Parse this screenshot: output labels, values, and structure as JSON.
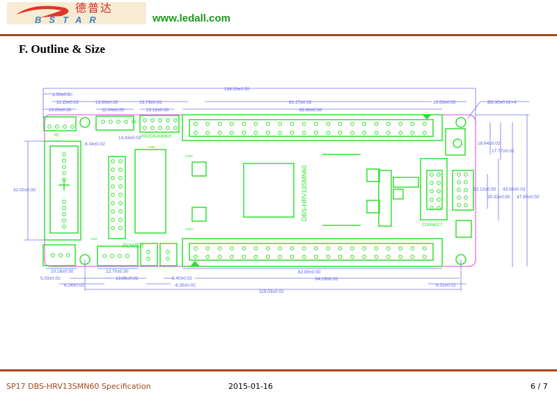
{
  "header": {
    "logo_cn": "德普达",
    "logo_en": "BSTAR",
    "url": "www.ledall.com"
  },
  "section_title": "F.  Outline & Size",
  "diagram": {
    "dimensions": {
      "overall_width": "136.53±0.50",
      "d1_55": "1.55±0.50",
      "d11_25": "11.25±0.02",
      "d13_60": "13.60±0.02",
      "d13_73": "13.73±0.02",
      "d61_17": "61.17±0.02",
      "d10_53": "10.53±0.02",
      "hole": "Ø3.30±0.02×4",
      "d10_00": "10.00±0.50",
      "d12_04": "12.04±0.50",
      "d12_12_top": "12.12±0.50",
      "d82_80_top": "82.80±0.50",
      "d8_34": "8.34±0.02",
      "d13_43": "13.43±0.02",
      "d32_00": "32.00±0.50",
      "d16_64": "16.64±0.02",
      "d17_77": "17.77±0.02",
      "d12_12_right": "12.12±0.50",
      "d20_32": "20.32±0.50",
      "d43_50": "43.50±0.02",
      "d47_90": "47.90±0.50",
      "d10_16": "10.16±0.50",
      "d12_70": "12.70±0.50",
      "d5_03": "5.03±0.02",
      "d13_85": "13.85±0.02",
      "d8_40": "8.40±0.02",
      "d82_80_bottom": "82.80±0.50",
      "d64_19": "64.19±0.02",
      "d6_24": "6.24±0.02",
      "d6_35": "6.35±0.02",
      "d9_31": "9.31±0.02",
      "d119_03": "119.03±0.02"
    },
    "labels": {
      "iic": "IIC",
      "programmer": "PROGRAMMER",
      "power": "POWER",
      "connect": "CONNECT",
      "chip": "DBS-HRV13SMN60",
      "u304": "U304",
      "u302": "U302",
      "u303": "U303",
      "j303": "J303"
    }
  },
  "footer": {
    "doc": "SP17 DBS-HRV13SMN60 Specification",
    "date": "2015-01-16",
    "page": "6 / 7"
  },
  "colors": {
    "rule": "#a6441a",
    "board": "#2ee02e",
    "outline": "#e040e0",
    "dimension": "#5b5bea",
    "url": "#1a9a1a"
  }
}
